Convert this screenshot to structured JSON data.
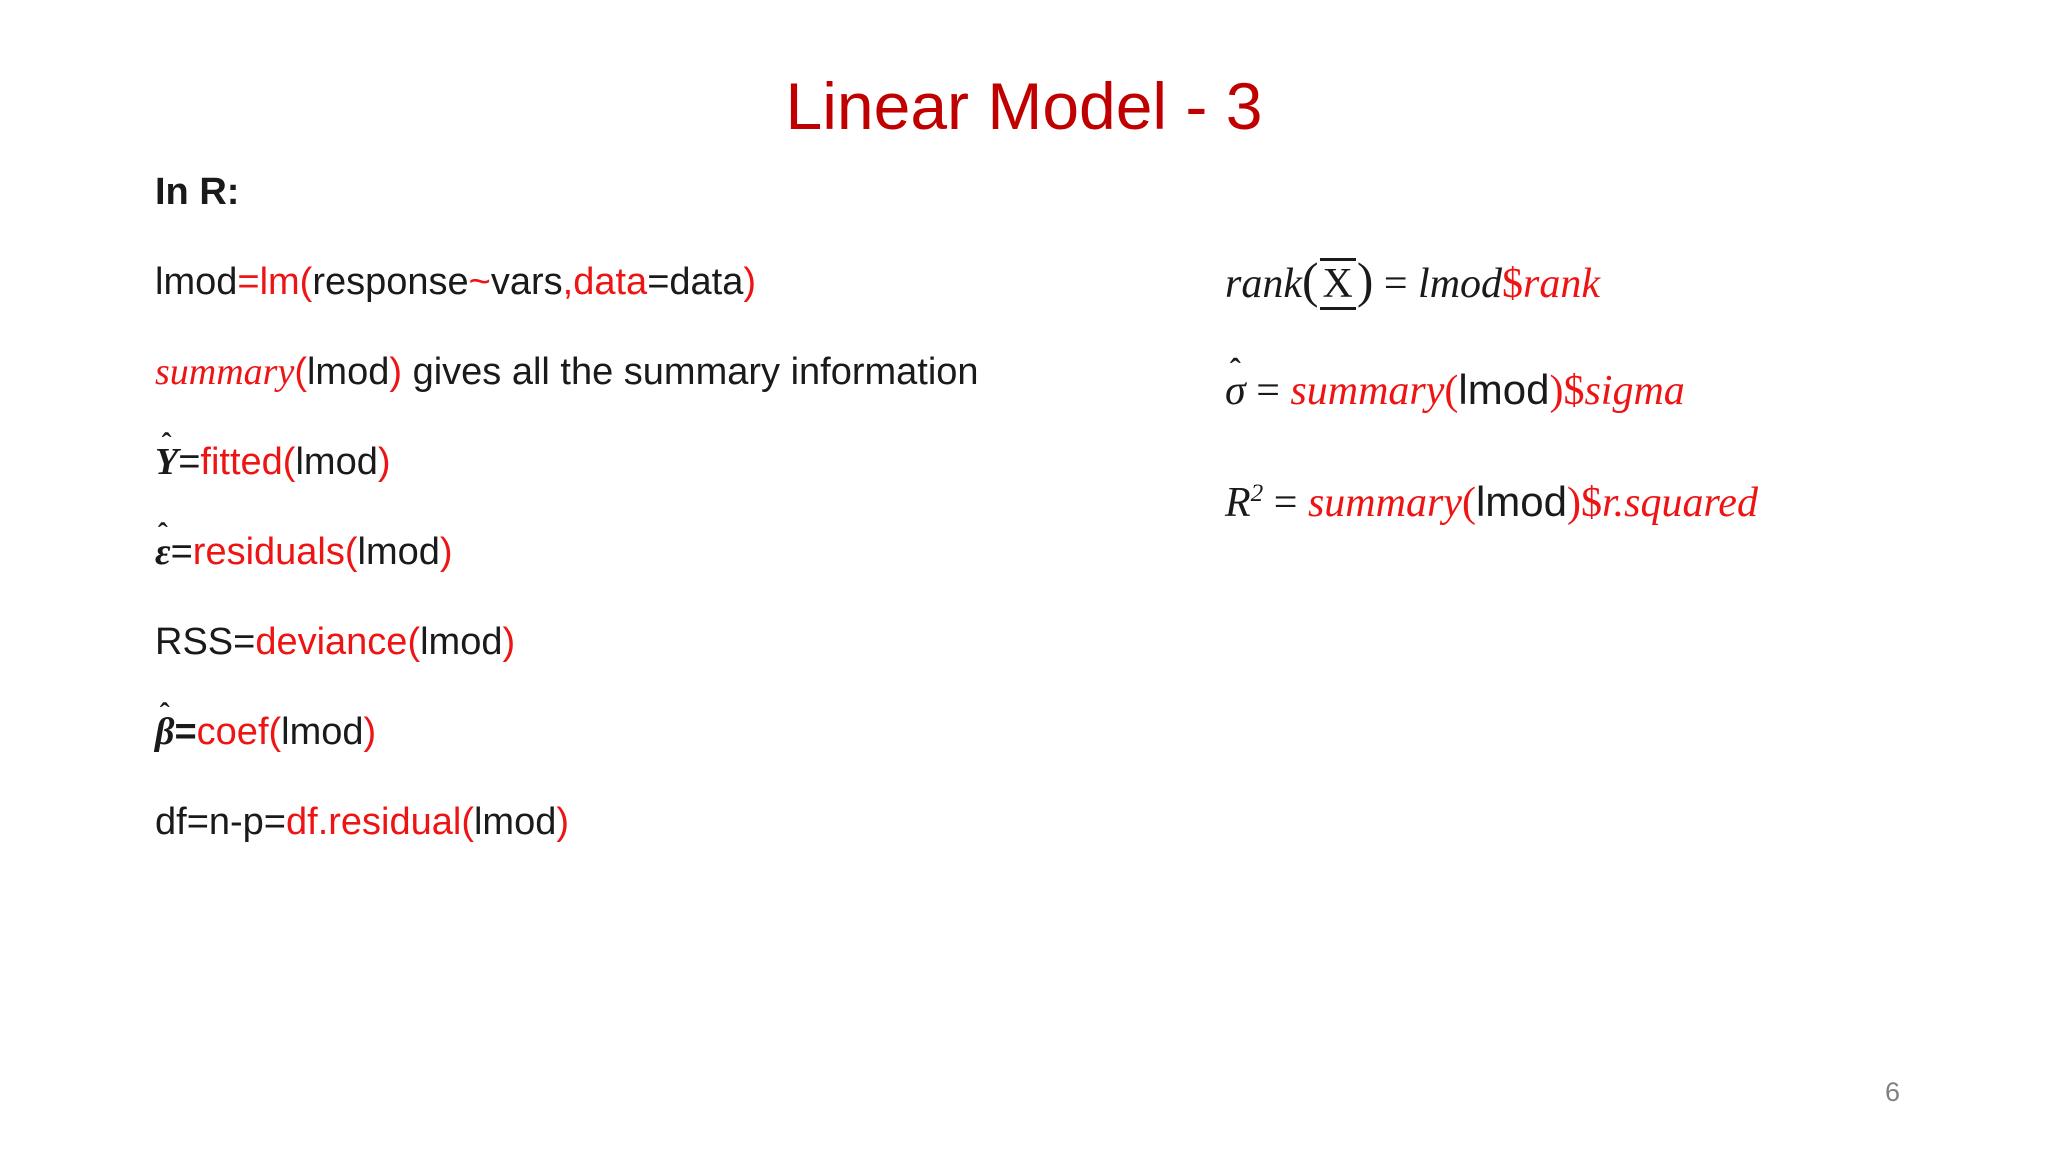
{
  "slide": {
    "title": "Linear Model - 3",
    "page_number": "6"
  },
  "colors": {
    "title_red": "#C00000",
    "code_red": "#EE1414",
    "text_black": "#1a1a1a",
    "page_gray": "#808080"
  },
  "glyphs": {
    "hat": "ˆ"
  },
  "left": {
    "heading": "In R:",
    "line1": {
      "a": "lmod",
      "b": "=lm(",
      "c": "response",
      "d": "~",
      "e": "vars",
      "f": ",data",
      "g": "=data",
      "h": ")"
    },
    "line2": {
      "a": "summary",
      "b": "(",
      "c": "lmod",
      "d": ")",
      "e": " gives all the summary information"
    },
    "line3": {
      "base": "Y",
      "eq": "=",
      "fn": "fitted(",
      "arg": "lmod",
      "close": ")"
    },
    "line4": {
      "base": "ε",
      "eq": "=",
      "fn": "residuals(",
      "arg": "lmod",
      "close": ")"
    },
    "line5": {
      "a": "RSS=",
      "fn": "deviance(",
      "arg": "lmod",
      "close": ")"
    },
    "line6": {
      "base": "β",
      "eq": "=",
      "fn": "coef(",
      "arg": "lmod",
      "close": ")"
    },
    "line7": {
      "a": "df=n-p=",
      "fn": "df.residual(",
      "arg": "lmod",
      "close": ")"
    }
  },
  "right": {
    "r1": {
      "fn": "rank",
      "open": "(",
      "x": "X",
      "close": ")",
      "eq": " = ",
      "lmod": "lmod",
      "dollar": "$",
      "prop": "rank"
    },
    "r2": {
      "base": "σ",
      "eq": " = ",
      "fn": "summary",
      "open": "(",
      "lmod": "lmod",
      "close": ")",
      "dollar": "$",
      "prop": "sigma"
    },
    "r3": {
      "base": "R",
      "sup": "2",
      "eq": " = ",
      "fn": "summary",
      "open": "(",
      "lmod": "lmod",
      "close": ")",
      "dollar": "$",
      "prop": "r.squared"
    }
  }
}
